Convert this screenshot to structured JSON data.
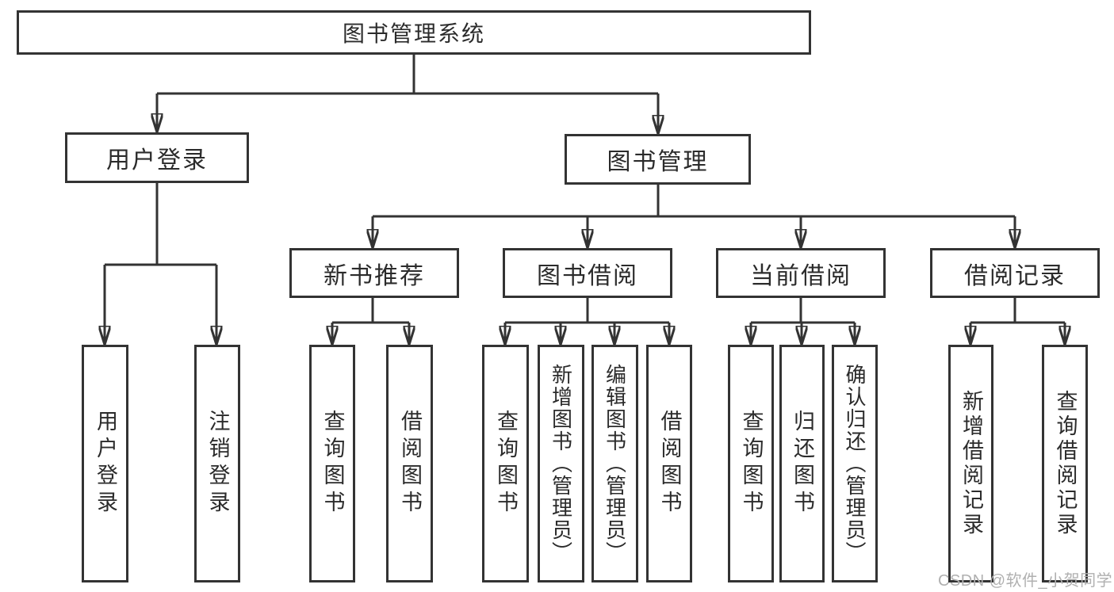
{
  "colors": {
    "line": "#333333",
    "box_border": "#333333",
    "text": "#2b2b2b",
    "background": "#ffffff",
    "watermark": "#b0b0b0"
  },
  "watermark": {
    "text": "CSDN @软件_小贺同学"
  },
  "tree": {
    "label": "图书管理系统",
    "children": [
      {
        "label": "用户登录",
        "children": [
          {
            "label": "用户登录"
          },
          {
            "label": "注销登录"
          }
        ]
      },
      {
        "label": "图书管理",
        "children": [
          {
            "label": "新书推荐",
            "children": [
              {
                "label": "查询图书"
              },
              {
                "label": "借阅图书"
              }
            ]
          },
          {
            "label": "图书借阅",
            "children": [
              {
                "label": "查询图书"
              },
              {
                "label": "新增图书（管理员）"
              },
              {
                "label": "编辑图书（管理员）"
              },
              {
                "label": "借阅图书"
              }
            ]
          },
          {
            "label": "当前借阅",
            "children": [
              {
                "label": "查询图书"
              },
              {
                "label": "归还图书"
              },
              {
                "label": "确认归还（管理员）"
              }
            ]
          },
          {
            "label": "借阅记录",
            "children": [
              {
                "label": "新增借阅记录"
              },
              {
                "label": "查询借阅记录"
              }
            ]
          }
        ]
      }
    ]
  }
}
